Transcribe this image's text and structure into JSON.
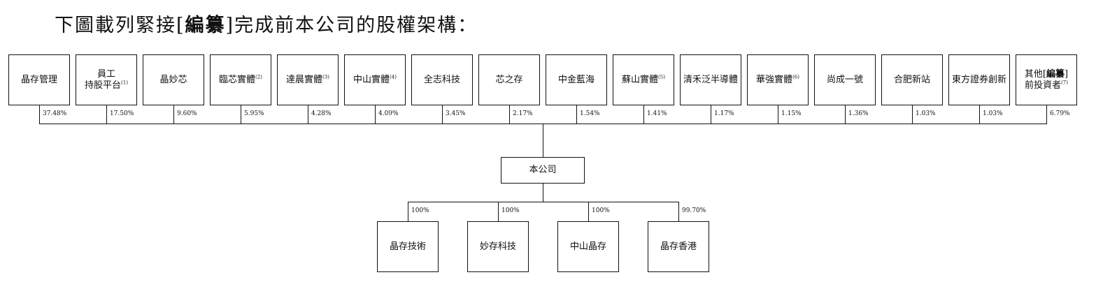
{
  "title": {
    "prefix": "下圖載列緊接[",
    "redacted": "編纂",
    "suffix": "]完成前本公司的股權架構："
  },
  "shareholders": [
    {
      "label": "晶存管理",
      "note": "",
      "pct": "37.48%"
    },
    {
      "line1": "員工",
      "line2": "持股平台",
      "note": "(1)",
      "pct": "17.50%"
    },
    {
      "label": "晶妙芯",
      "note": "",
      "pct": "9.60%"
    },
    {
      "label": "臨芯實體",
      "note": "(2)",
      "pct": "5.95%"
    },
    {
      "label": "達晨實體",
      "note": "(3)",
      "pct": "4.28%"
    },
    {
      "label": "中山實體",
      "note": "(4)",
      "pct": "4.09%"
    },
    {
      "label": "全志科技",
      "note": "",
      "pct": "3.45%"
    },
    {
      "label": "芯之存",
      "note": "",
      "pct": "2.17%"
    },
    {
      "label": "中金藍海",
      "note": "",
      "pct": "1.54%"
    },
    {
      "label": "蘇山實體",
      "note": "(5)",
      "pct": "1.41%"
    },
    {
      "label": "清禾泛半導體",
      "note": "",
      "pct": "1.17%"
    },
    {
      "label": "華強實體",
      "note": "(6)",
      "pct": "1.15%"
    },
    {
      "label": "尚成一號",
      "note": "",
      "pct": "1.36%"
    },
    {
      "label": "合肥新站",
      "note": "",
      "pct": "1.03%"
    },
    {
      "label": "東方證券創新",
      "note": "",
      "pct": "1.03%"
    },
    {
      "line1_prefix": "其他[",
      "line1_redacted": "編纂",
      "line1_suffix": "]",
      "line2": "前投資者",
      "note": "(7)",
      "pct": "6.79%"
    }
  ],
  "company": {
    "label": "本公司"
  },
  "subsidiaries": [
    {
      "label": "晶存技術",
      "pct": "100%"
    },
    {
      "label": "妙存科技",
      "pct": "100%"
    },
    {
      "label": "中山晶存",
      "pct": "100%"
    },
    {
      "label": "晶存香港",
      "pct": "99.70%"
    }
  ]
}
